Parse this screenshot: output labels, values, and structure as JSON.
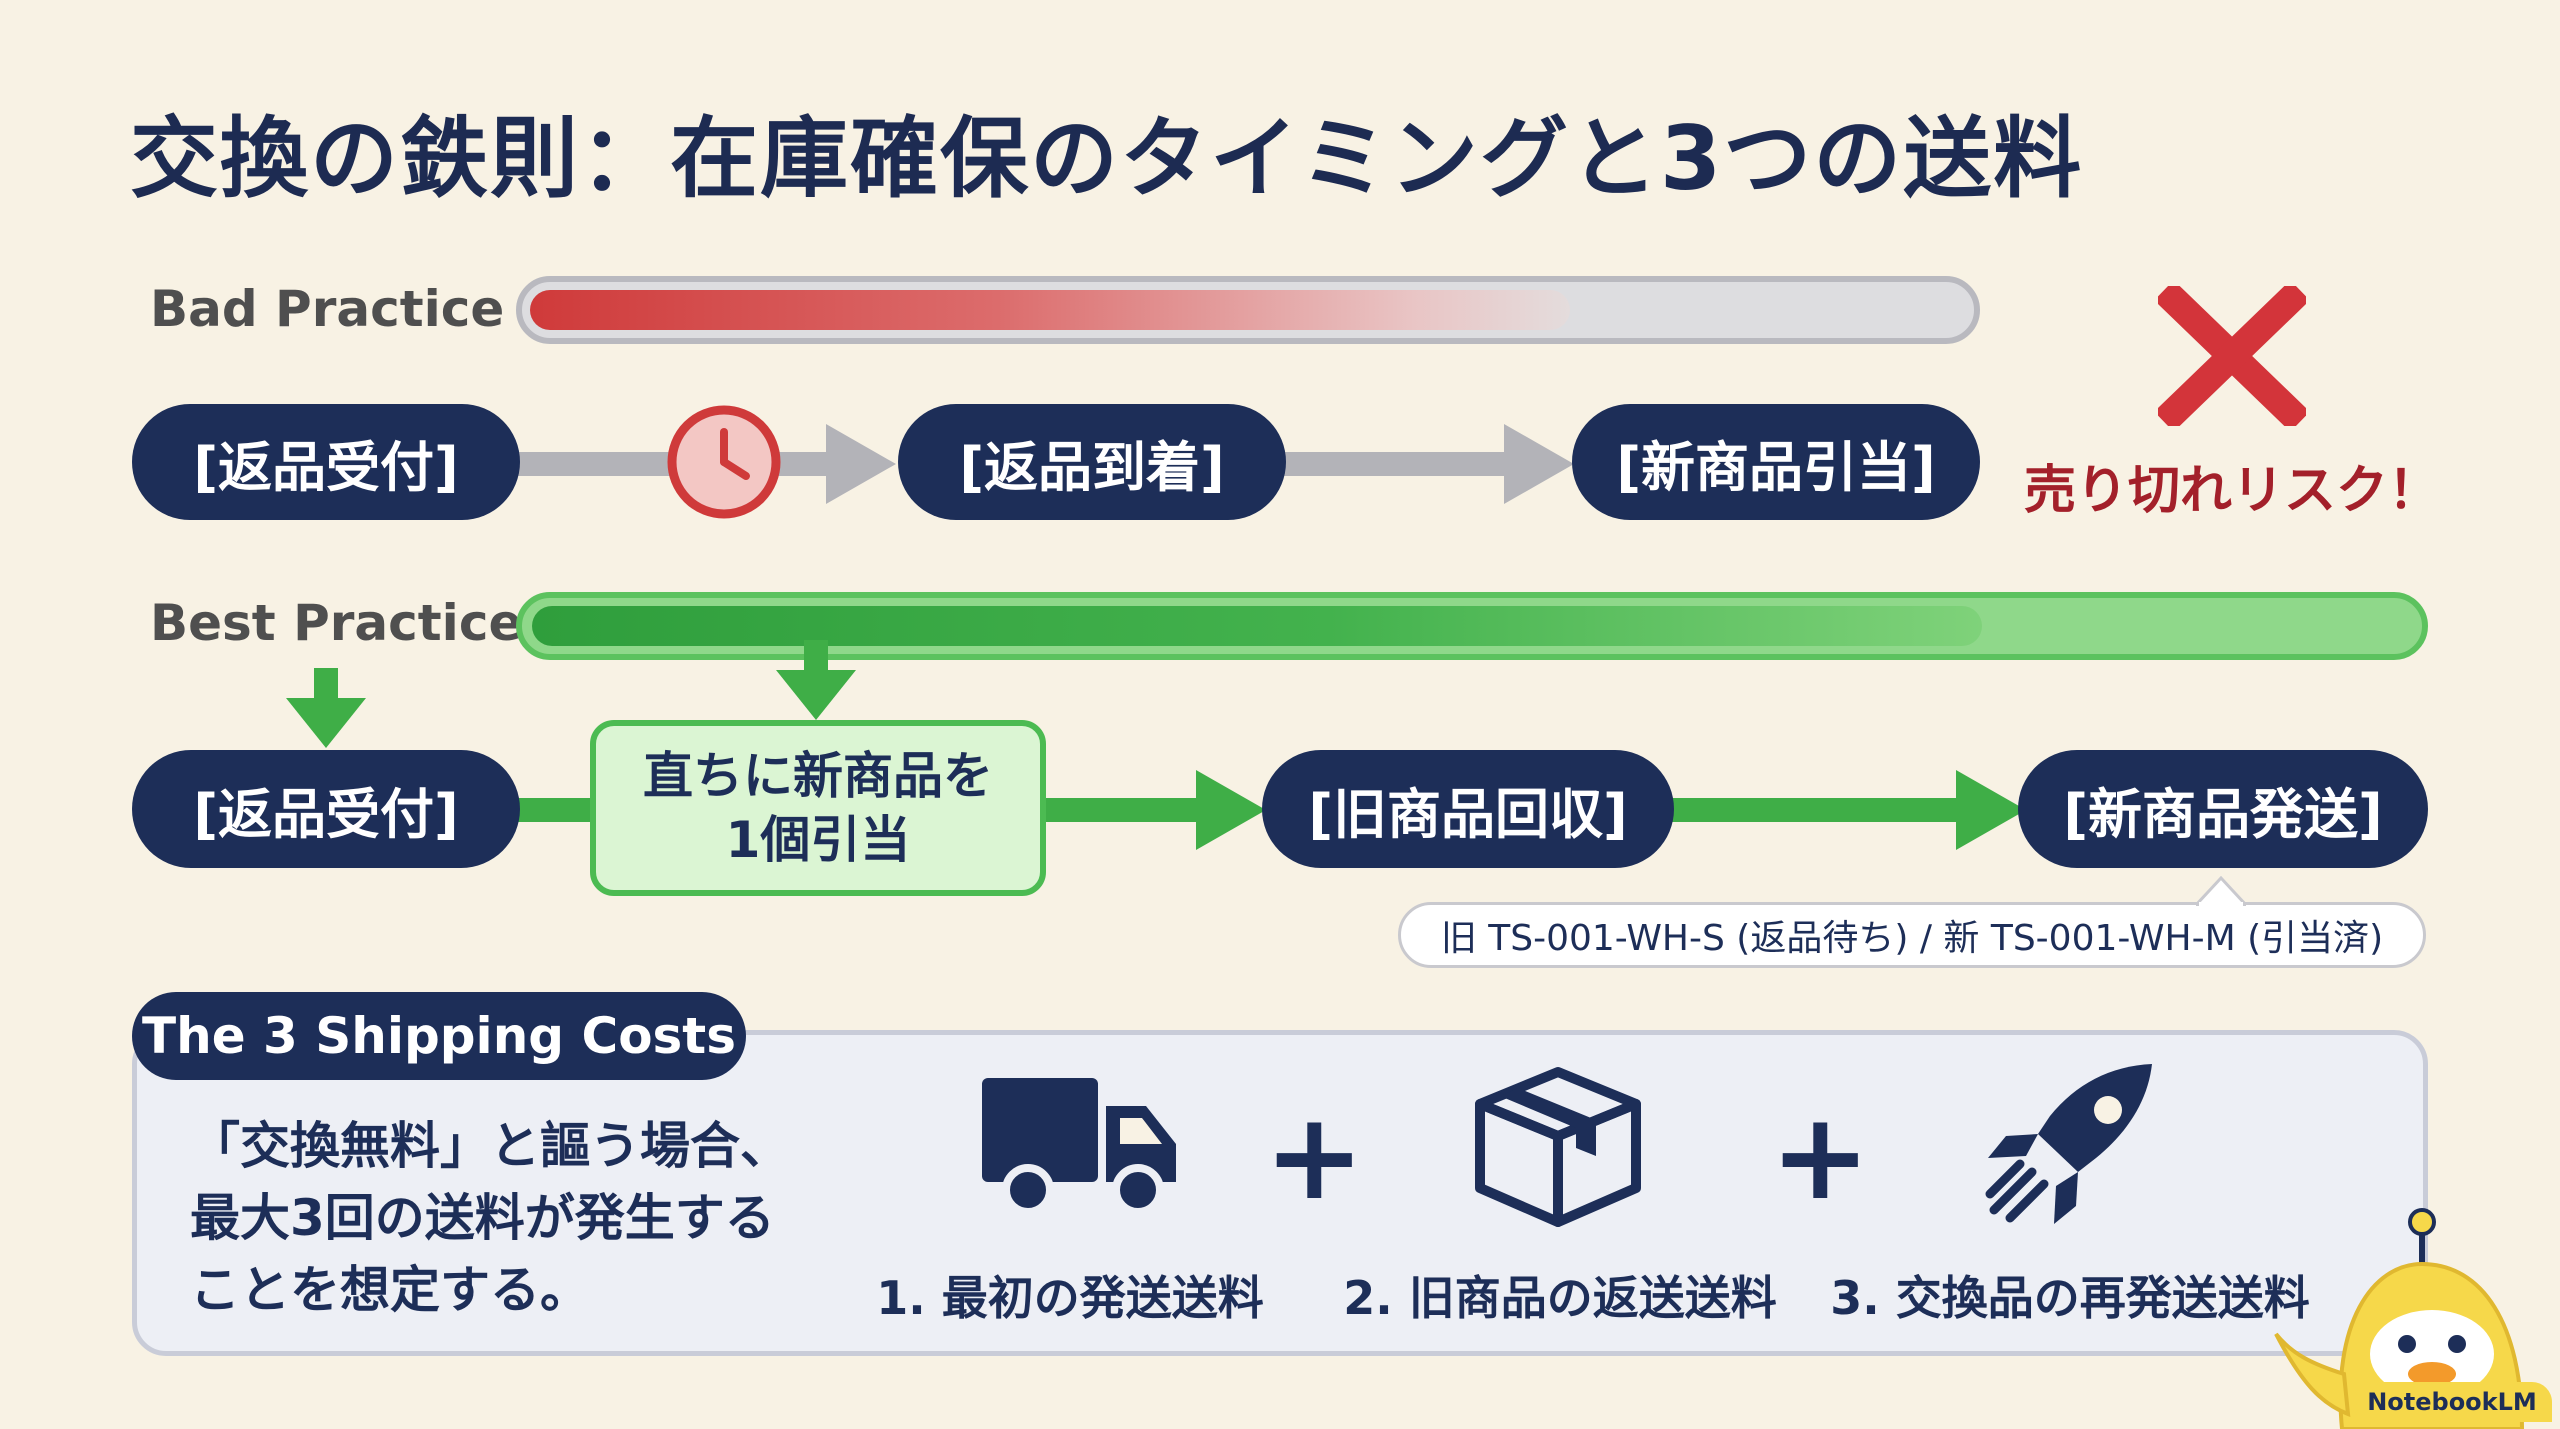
{
  "title": "交換の鉄則：在庫確保のタイミングと3つの送料",
  "bad": {
    "label": "Bad Practice",
    "steps": [
      "[返品受付]",
      "[返品到着]",
      "[新商品引当]"
    ],
    "risk": "売り切れリスク！",
    "icons": [
      "clock-icon",
      "cross-icon"
    ]
  },
  "best": {
    "label": "Best Practice",
    "steps": [
      "[返品受付]",
      "[旧商品回収]",
      "[新商品発送]"
    ],
    "action_line1": "直ちに新商品を",
    "action_line2": "1個引当",
    "note": "旧 TS-001-WH-S (返品待ち) / 新 TS-001-WH-M (引当済)"
  },
  "shipping": {
    "header": "The 3 Shipping Costs",
    "desc_line1": "「交換無料」と謳う場合、",
    "desc_line2": "最大3回の送料が発生する",
    "desc_line3": "ことを想定する。",
    "costs": [
      "1. 最初の発送送料",
      "2. 旧商品の返送送料",
      "3. 交換品の再発送送料"
    ],
    "plus": "+",
    "icons": [
      "truck-icon",
      "box-icon",
      "rocket-icon"
    ]
  },
  "brand": "NotebookLM",
  "colors": {
    "navy": "#1d2e58",
    "red": "#cf3a3a",
    "green": "#3fae47",
    "background": "#f8f2e4"
  }
}
